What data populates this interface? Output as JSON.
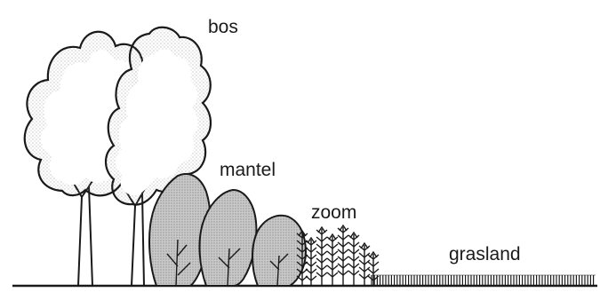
{
  "labels": {
    "forest": "bos",
    "mantle": "mantel",
    "fringe": "zoom",
    "grassland": "grasland"
  },
  "colors": {
    "line": "#1a1a1a",
    "tree_fill": "#ffffff",
    "shrub_fill": "#c9c9c9",
    "stipple": "#8a8a8a",
    "background": "#ffffff"
  }
}
